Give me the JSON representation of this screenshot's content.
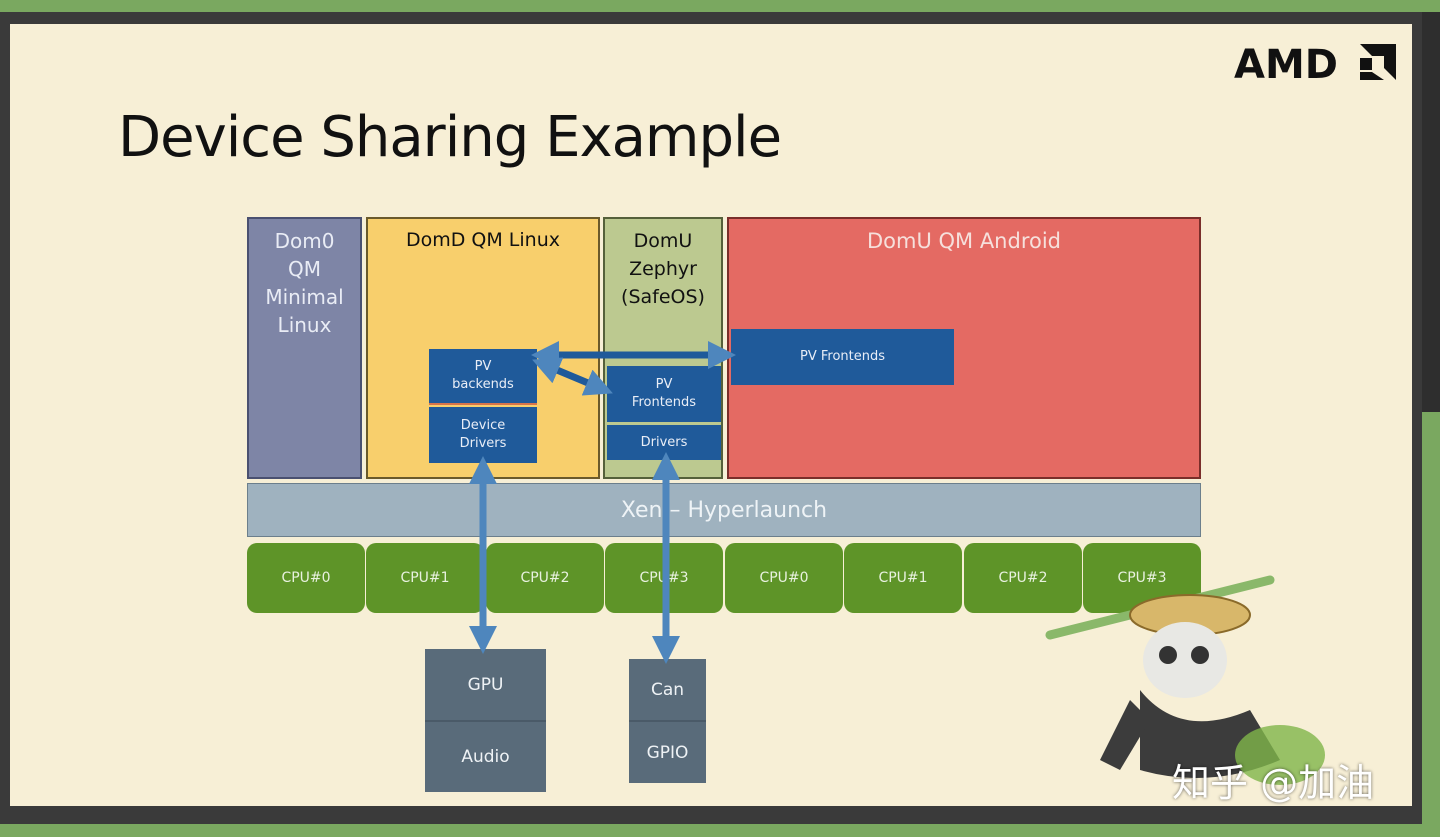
{
  "slide": {
    "title": "Device Sharing Example",
    "logo": "AMD"
  },
  "domains": {
    "dom0": "Dom0\nQM\nMinimal\nLinux",
    "domd": "DomD QM Linux",
    "domu_zephyr": "DomU\nZephyr\n(SafeOS)",
    "domu_android": "DomU QM Android"
  },
  "blocks": {
    "pv_backends": "PV\nbackends",
    "device_drivers": "Device\nDrivers",
    "pv_frontends_zephyr": "PV\nFrontends",
    "drivers": "Drivers",
    "pv_frontends_android": "PV Frontends"
  },
  "hypervisor": "Xen – Hyperlaunch",
  "cpus": [
    "CPU#0",
    "CPU#1",
    "CPU#2",
    "CPU#3",
    "CPU#0",
    "CPU#1",
    "CPU#2",
    "CPU#3"
  ],
  "devices": {
    "gpu": "GPU",
    "audio": "Audio",
    "can": "Can",
    "gpio": "GPIO"
  },
  "watermark": "知乎 @加油",
  "colors": {
    "dom0": "#7e85a6",
    "domd": "#f8cf6c",
    "domu_zephyr": "#bcc990",
    "domu_android": "#e46a63",
    "block_blue": "#1f5a9a",
    "xen": "#9fb2bf",
    "cpu": "#5e9428",
    "device": "#596b7a",
    "arrow": "#4e86bd"
  }
}
